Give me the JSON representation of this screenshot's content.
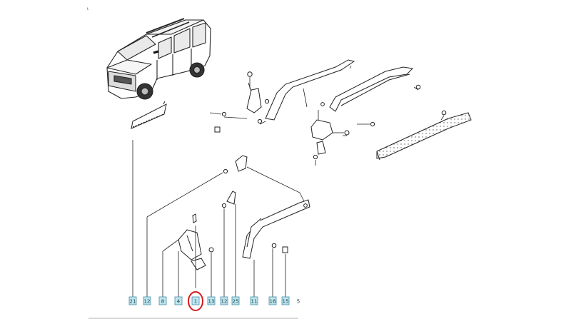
{
  "diagram": {
    "callout_labels": [
      "21",
      "12",
      "8",
      "4",
      "1",
      "13",
      "12",
      "25",
      "11",
      "16",
      "15",
      "5"
    ],
    "highlighted_label": "1",
    "highlight_color": "#d71920",
    "callout_box_fill": "#bfe6ef",
    "callout_box_border": "#4a8fa8",
    "line_color": "#222222"
  }
}
